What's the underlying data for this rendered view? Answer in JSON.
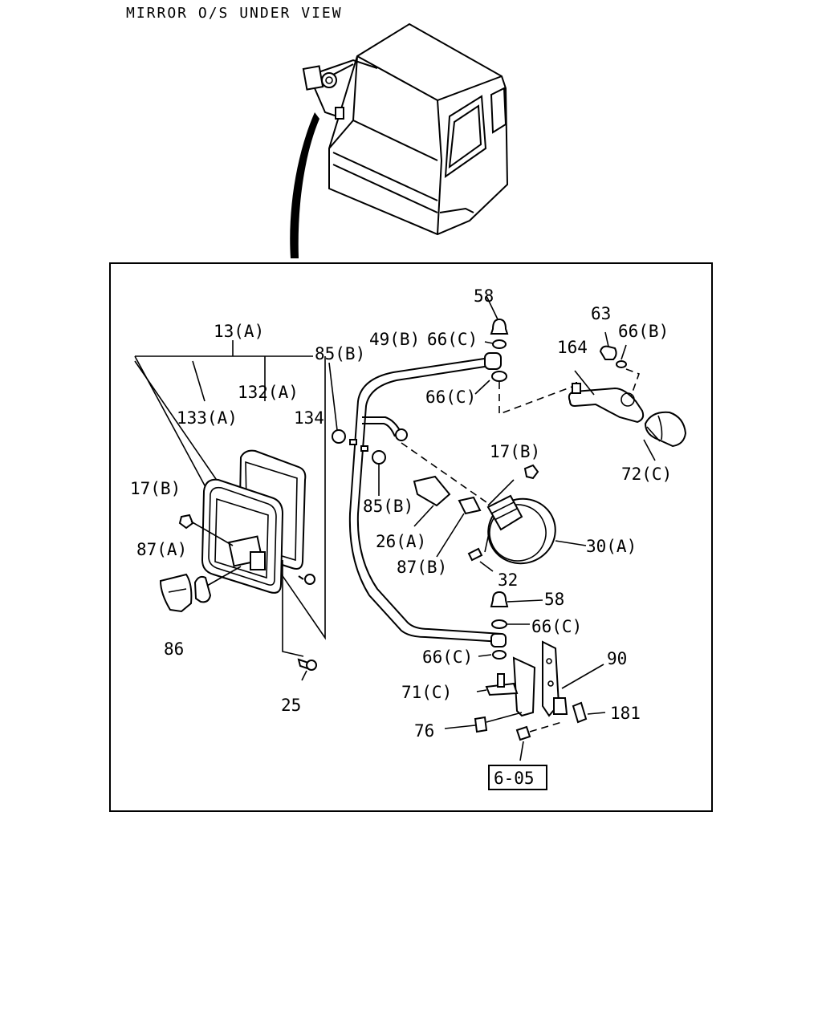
{
  "title": "MIRROR O/S UNDER VIEW",
  "callouts": {
    "c58_top": "58",
    "c49b": "49(B)",
    "c66c_a": "66(C)",
    "c66c_b": "66(C)",
    "c63": "63",
    "c66b": "66(B)",
    "c164": "164",
    "c13a": "13(A)",
    "c85b_a": "85(B)",
    "c132a": "132(A)",
    "c133a": "133(A)",
    "c134": "134",
    "c72c": "72(C)",
    "c17b_a": "17(B)",
    "c17b_b": "17(B)",
    "c85b_b": "85(B)",
    "c26a": "26(A)",
    "c87a": "87(A)",
    "c30a": "30(A)",
    "c87b": "87(B)",
    "c32": "32",
    "c58_bottom": "58",
    "c66c_c": "66(C)",
    "c86": "86",
    "c90": "90",
    "c66c_d": "66(C)",
    "c71c": "71(C)",
    "c181": "181",
    "c25": "25",
    "c76": "76",
    "ref_box": "6-05"
  },
  "colors": {
    "line": "#000000",
    "background": "#ffffff"
  }
}
